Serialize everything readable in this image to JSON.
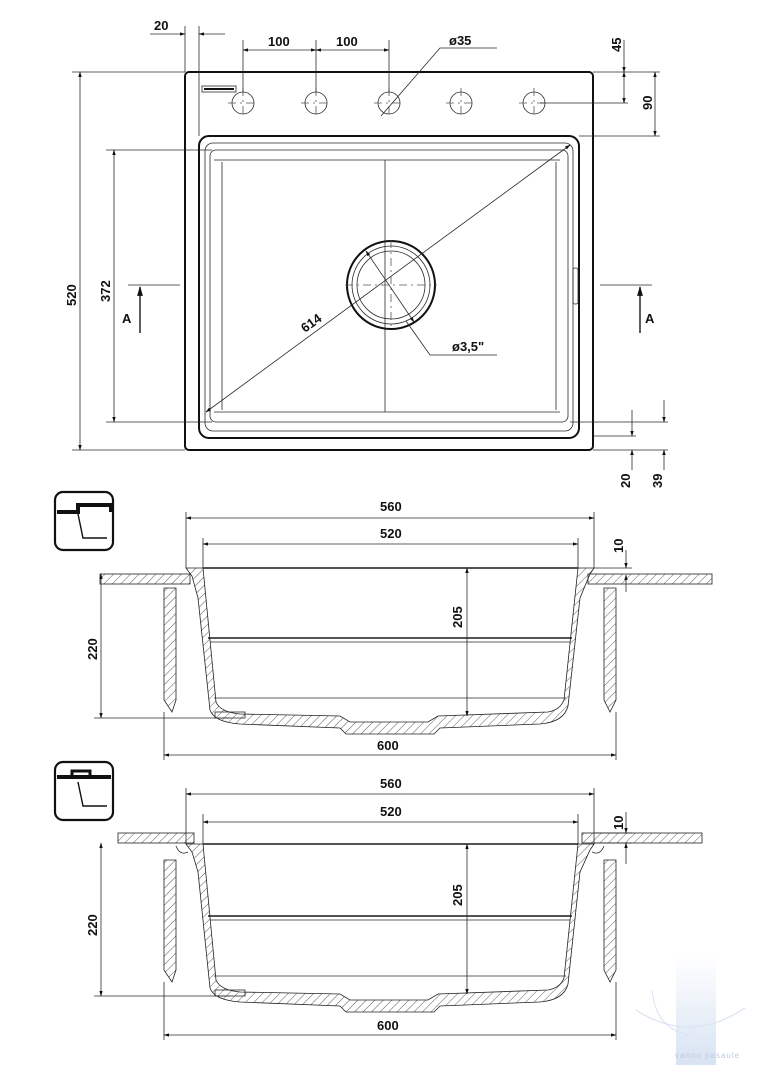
{
  "top_view": {
    "dims": {
      "offset_left": "20",
      "hole_spacing_1": "100",
      "hole_spacing_2": "100",
      "hole_diameter": "ø35",
      "top_edge": "45",
      "hole_row": "90",
      "overall_height": "520",
      "bowl_height": "372",
      "diagonal": "614",
      "drain": "ø3,5\"",
      "bottom_20": "20",
      "bottom_39": "39"
    },
    "section_label": "A"
  },
  "section_1": {
    "dims": {
      "outer_width": "560",
      "inner_width": "520",
      "rim": "10",
      "bowl_depth": "205",
      "total_depth": "220",
      "cabinet_width": "600"
    }
  },
  "section_2": {
    "dims": {
      "outer_width": "560",
      "inner_width": "520",
      "rim": "10",
      "bowl_depth": "205",
      "total_depth": "220",
      "cabinet_width": "600"
    }
  },
  "watermark": {
    "text": "vannu pasaule",
    "color": "#c8d8ee"
  }
}
